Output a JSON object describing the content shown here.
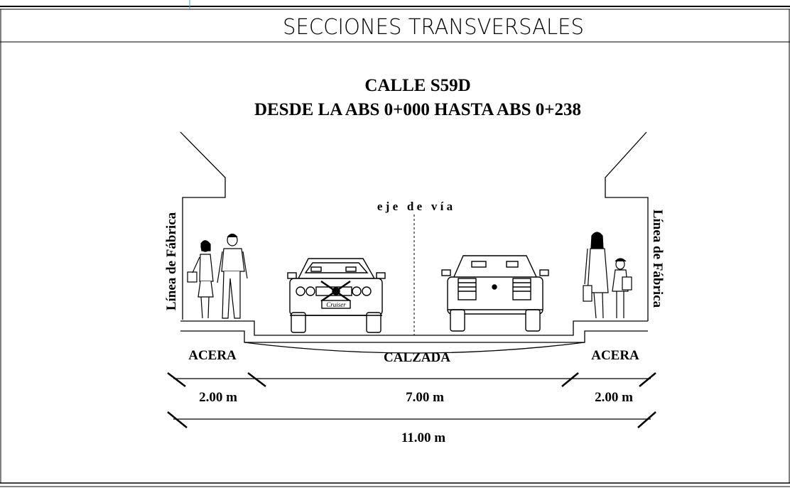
{
  "header": {
    "title": "SECCIONES TRANSVERSALES"
  },
  "section": {
    "street": "CALLE S59D",
    "range": "DESDE LA ABS 0+000 HASTA ABS 0+238"
  },
  "labels": {
    "axis": "e j e   d e   v í a",
    "building_line_left": "Línea de Fábrica",
    "building_line_right": "Línea de Fábrica",
    "sidewalk_left": "ACERA",
    "roadway": "CALZADA",
    "sidewalk_right": "ACERA",
    "plate": "Cruiser"
  },
  "dimensions": {
    "sidewalk_left": "2.00 m",
    "roadway": "7.00 m",
    "sidewalk_right": "2.00 m",
    "total": "11.00 m"
  }
}
